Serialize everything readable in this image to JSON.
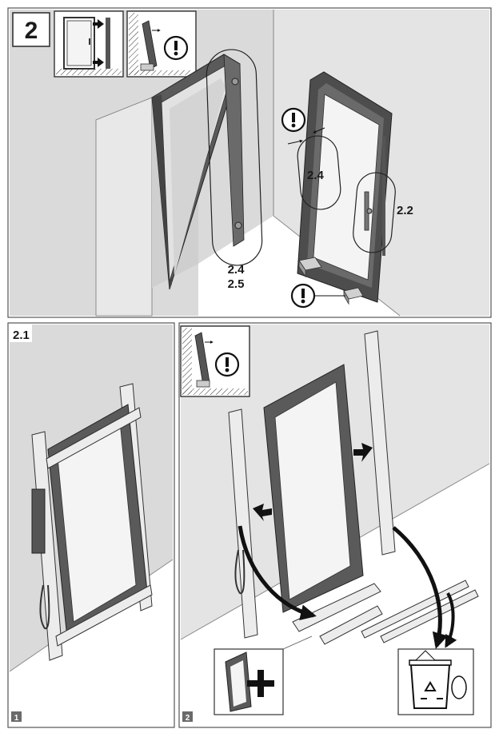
{
  "step": {
    "number": "2"
  },
  "top_panel": {
    "callout_24_25_line1": "2.4",
    "callout_24_25_line2": "2.5",
    "callout_24": "2.4",
    "callout_22": "2.2"
  },
  "bottom_left_panel": {
    "title": "2.1",
    "page_number": "1"
  },
  "bottom_right_panel": {
    "page_number": "2"
  },
  "colors": {
    "frame_dark": "#4d4d4d",
    "wall_gray": "#dadada",
    "glass_light": "#f4f4f4",
    "wood": "#ececec",
    "arrow_black": "#111111"
  },
  "icons": [
    "warning-icon",
    "arrow-icon",
    "plus-icon",
    "recycle-bin-icon"
  ]
}
